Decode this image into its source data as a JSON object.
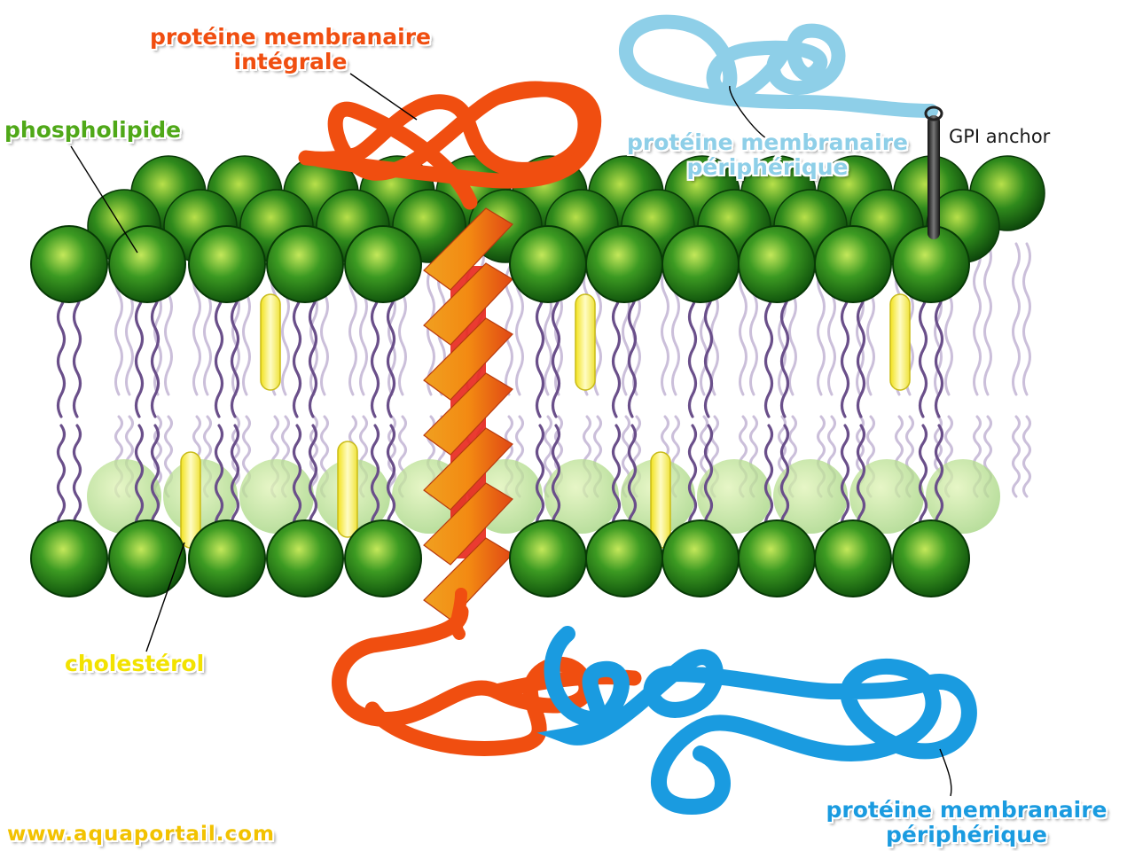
{
  "labels": {
    "integral_protein": {
      "line1": "protéine membranaire",
      "line2": "intégrale"
    },
    "phospholipid": "phospholipide",
    "peripheral_top": {
      "line1": "protéine membranaire",
      "line2": "périphérique"
    },
    "gpi_anchor": "GPI anchor",
    "peripheral_bottom": {
      "line1": "protéine membranaire",
      "line2": "périphérique"
    },
    "cholesterol": "cholestérol",
    "website": "www.aquaportail.com"
  },
  "colors": {
    "integral_protein": "#f04e10",
    "helix_orange": "#f39a12",
    "helix_red": "#e8261b",
    "phospholipid_green": "#2e8b1e",
    "phospholipid_highlight": "#b8e04a",
    "phospholipid_dark": "#0d4d0a",
    "lipid_tail": "#6a4f8a",
    "lipid_tail_back": "#c8bcd6",
    "peripheral_light": "#8ecfe8",
    "peripheral_dark": "#1a9be0",
    "cholesterol": "#f6ef3c",
    "gpi_anchor": "#333333",
    "website_text": "#f2c200"
  }
}
